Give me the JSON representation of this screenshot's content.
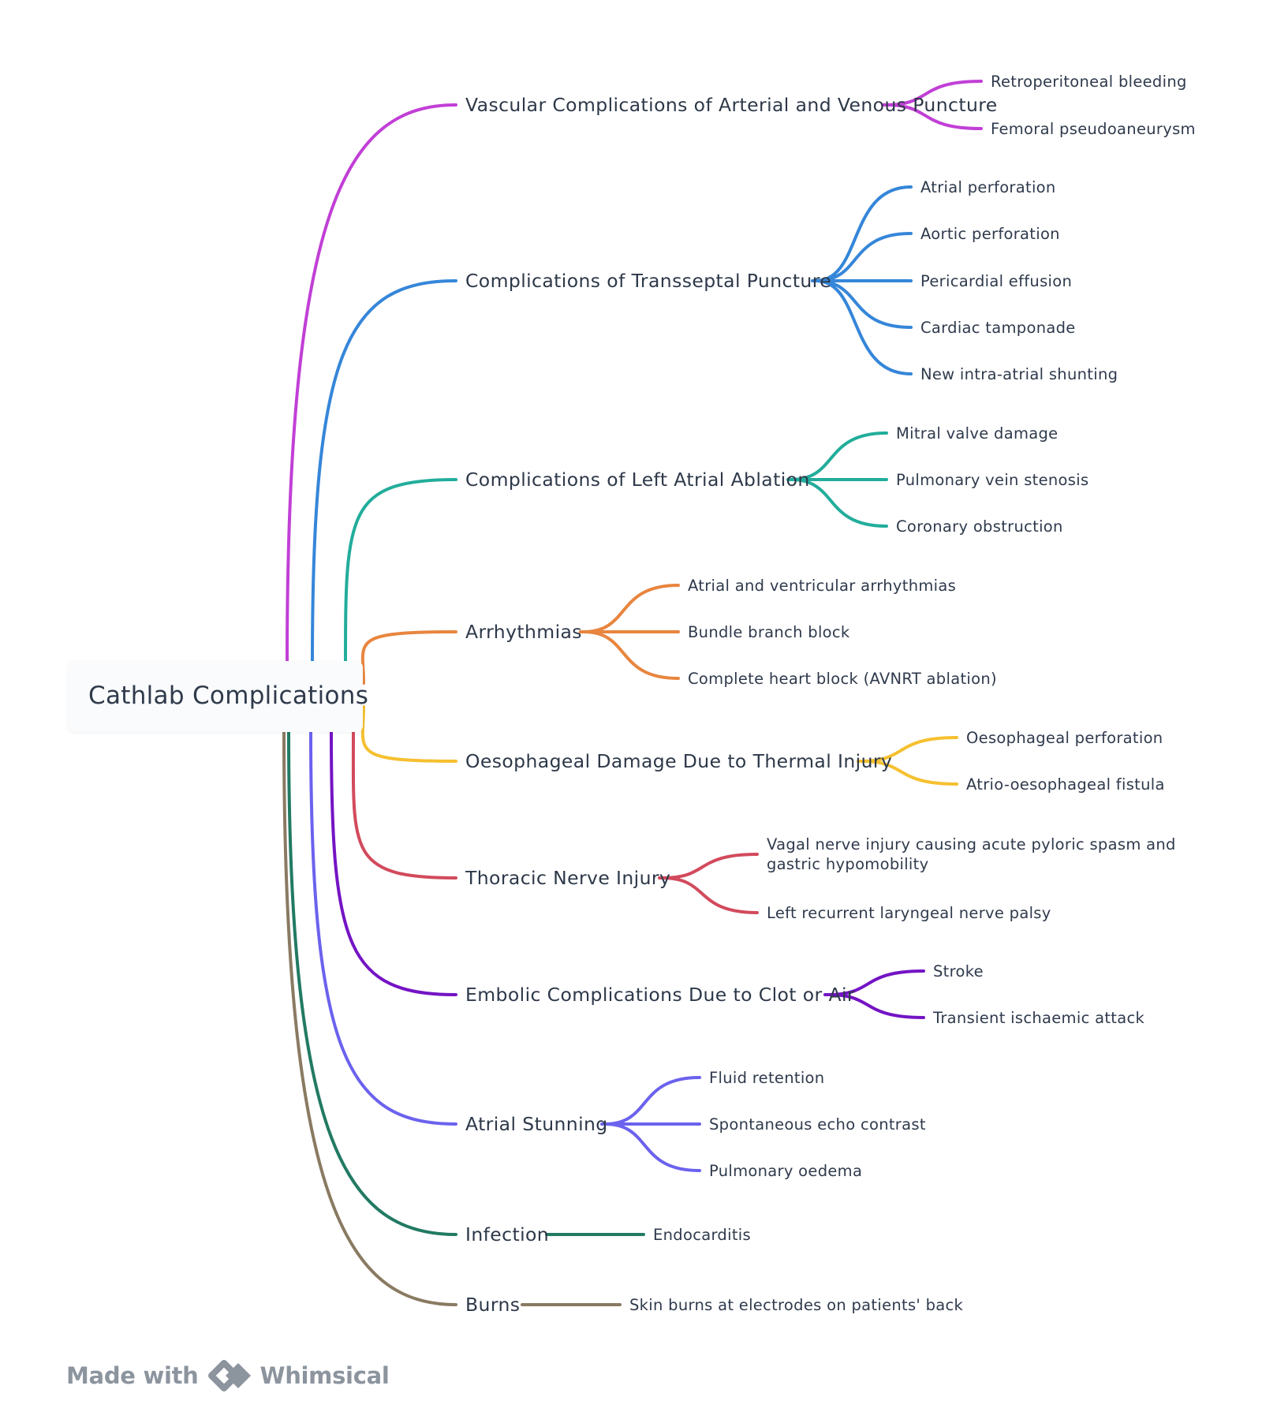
{
  "root": {
    "label": "Cathlab Complications"
  },
  "categories": [
    {
      "label": "Vascular Complications of Arterial and Venous Puncture",
      "color": "#c13fd6",
      "children": [
        "Retroperitoneal bleeding",
        "Femoral pseudoaneurysm"
      ]
    },
    {
      "label": "Complications of Transseptal Puncture",
      "color": "#3586d9",
      "children": [
        "Atrial perforation",
        "Aortic perforation",
        "Pericardial effusion",
        "Cardiac tamponade",
        "New intra-atrial shunting"
      ]
    },
    {
      "label": "Complications of Left Atrial Ablation",
      "color": "#22ad9b",
      "children": [
        "Mitral valve damage",
        "Pulmonary vein stenosis",
        "Coronary obstruction"
      ]
    },
    {
      "label": "Arrhythmias",
      "color": "#e8853e",
      "children": [
        "Atrial and ventricular arrhythmias",
        "Bundle branch block",
        "Complete heart block (AVNRT ablation)"
      ]
    },
    {
      "label": "Oesophageal Damage Due to Thermal Injury",
      "color": "#f5c030",
      "children": [
        "Oesophageal perforation",
        "Atrio-oesophageal fistula"
      ]
    },
    {
      "label": "Thoracic Nerve Injury",
      "color": "#d24a5c",
      "children": [
        "Vagal nerve injury causing acute pyloric spasm and gastric hypomobility",
        "Left recurrent laryngeal nerve palsy"
      ]
    },
    {
      "label": "Embolic Complications Due to Clot or Air",
      "color": "#7414c4",
      "children": [
        "Stroke",
        "Transient ischaemic attack"
      ]
    },
    {
      "label": "Atrial Stunning",
      "color": "#6b62ee",
      "children": [
        "Fluid retention",
        "Spontaneous echo contrast",
        "Pulmonary oedema"
      ]
    },
    {
      "label": "Infection",
      "color": "#227a63",
      "children": [
        "Endocarditis"
      ]
    },
    {
      "label": "Burns",
      "color": "#8a7a62",
      "children": [
        "Skin burns at electrodes on patients' back"
      ]
    }
  ],
  "footer": {
    "prefix": "Made with",
    "brand": "Whimsical",
    "color": "#8c949e"
  }
}
